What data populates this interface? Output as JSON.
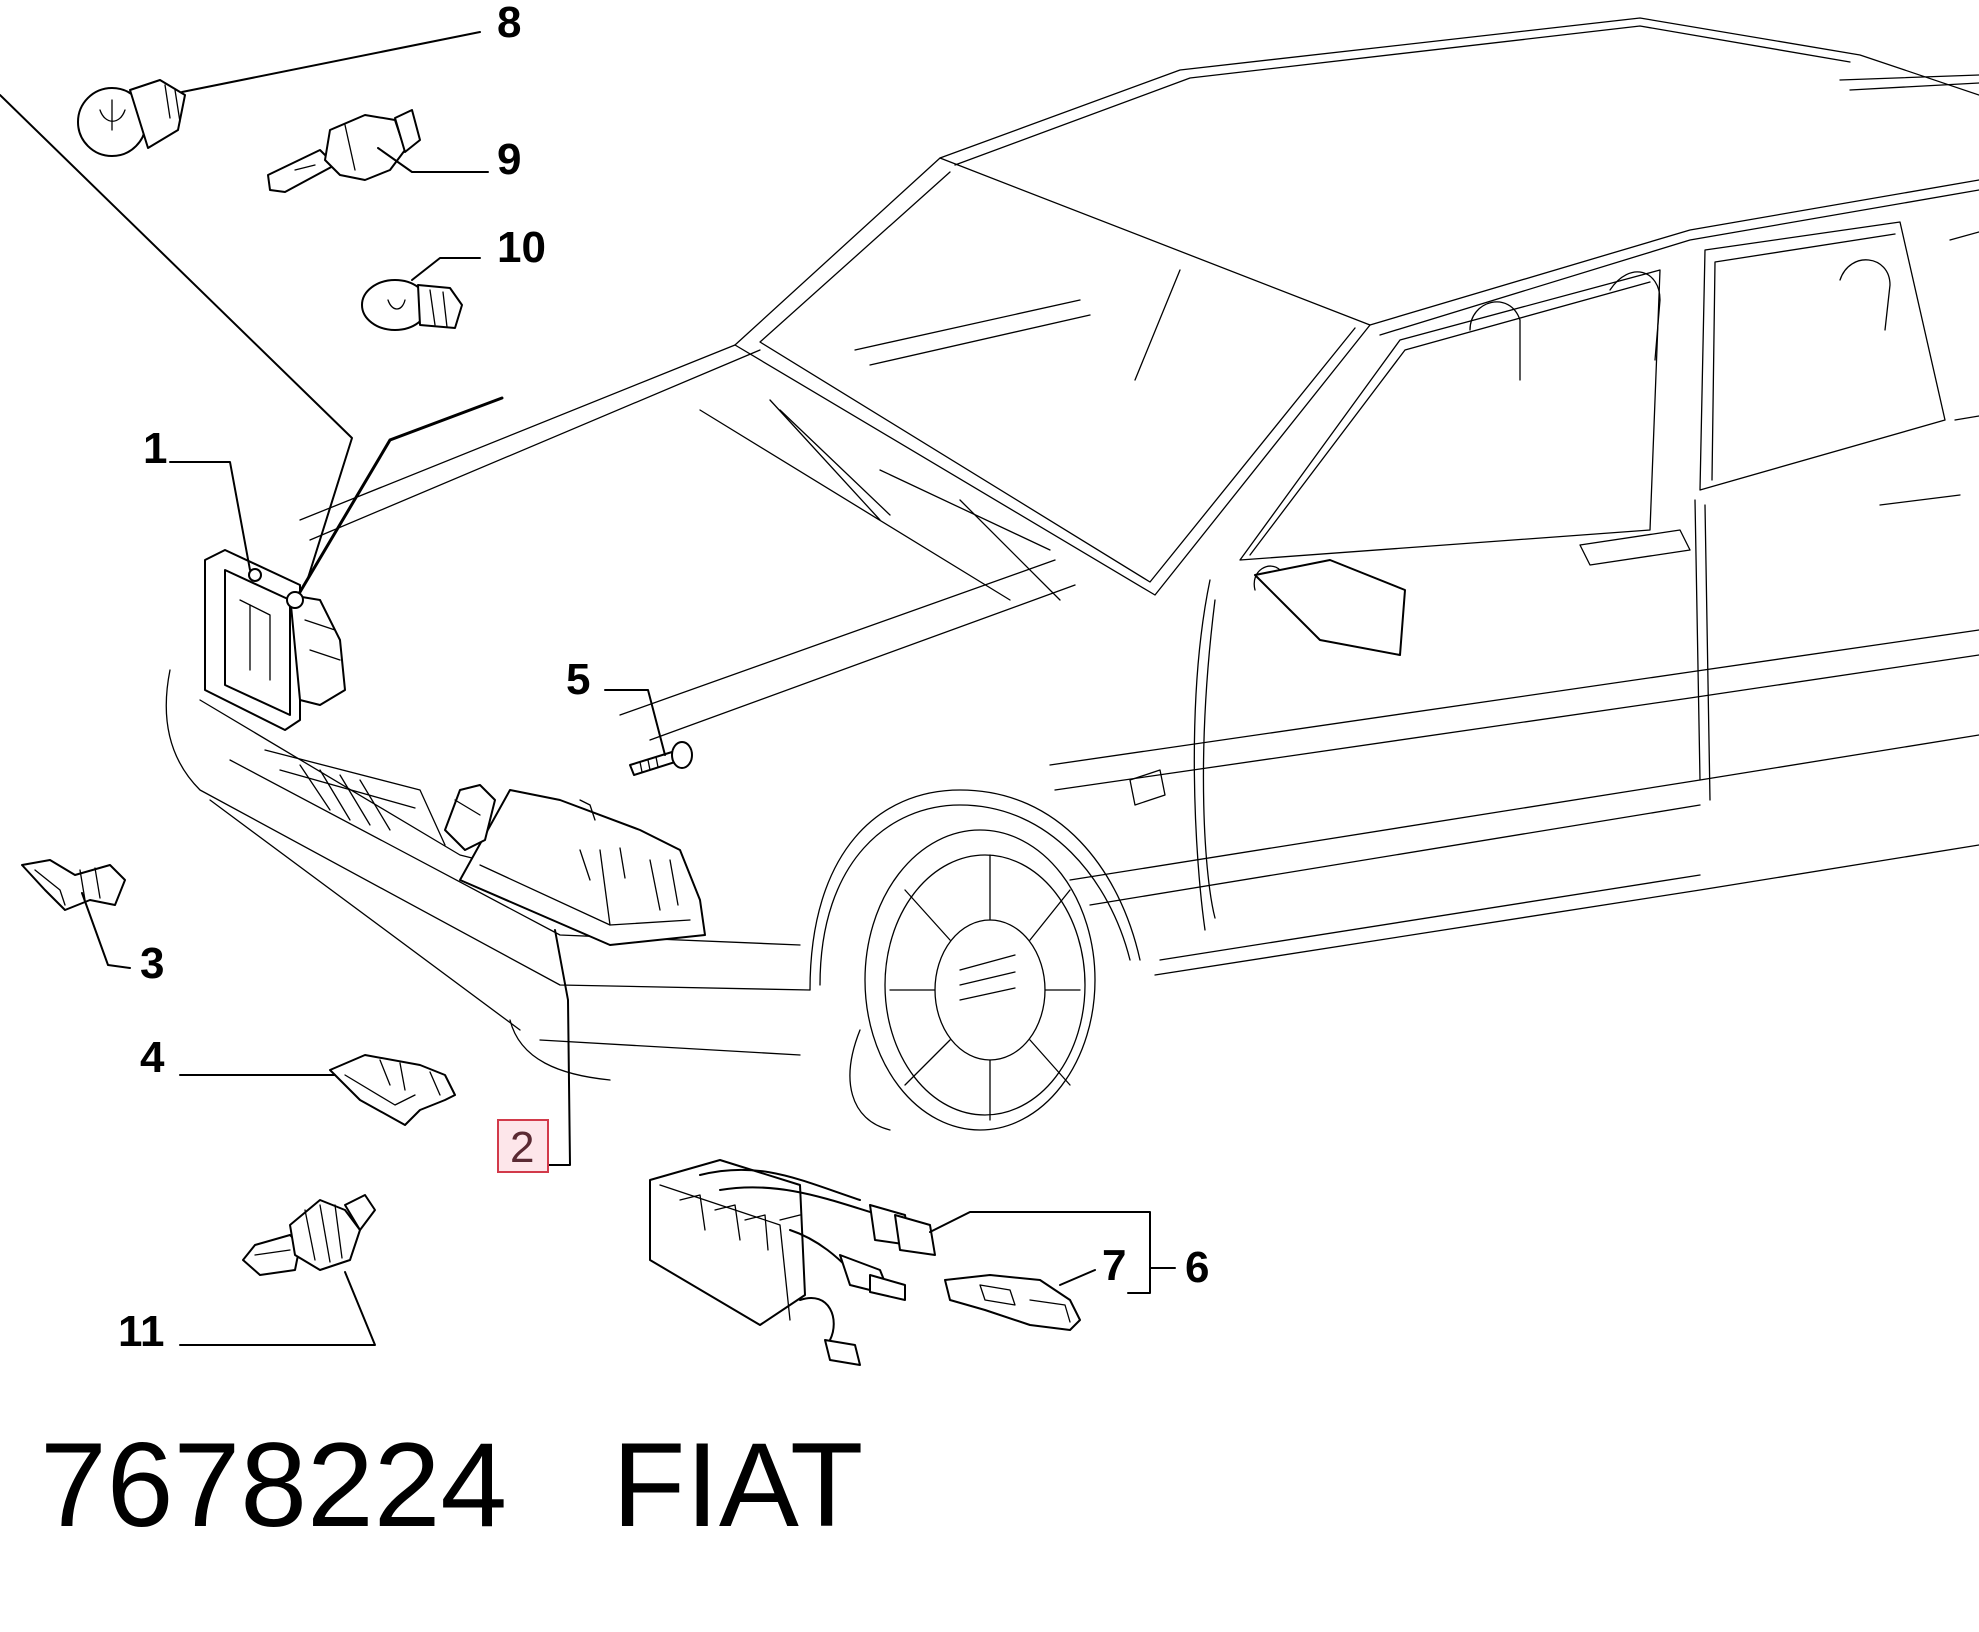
{
  "diagram": {
    "callouts": {
      "c1": "1",
      "c2": "2",
      "c3": "3",
      "c4": "4",
      "c5": "5",
      "c6": "6",
      "c7": "7",
      "c8": "8",
      "c9": "9",
      "c10": "10",
      "c11": "11"
    },
    "highlighted_callout": "2"
  },
  "footer": {
    "part_number": "7678224",
    "brand": "FIAT"
  }
}
